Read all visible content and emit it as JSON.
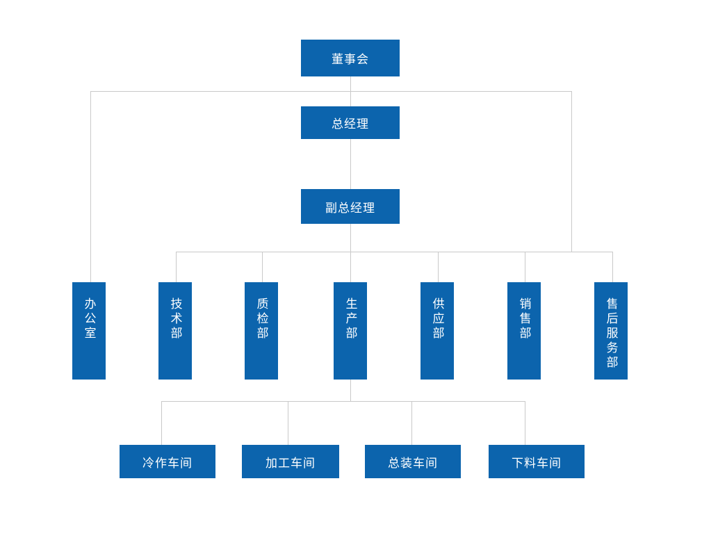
{
  "org_chart": {
    "title": "organization-structure-chart",
    "colors": {
      "node_fill": "#0c64ad",
      "node_text": "#ffffff",
      "connector_line": "#c9c9c9",
      "background": "#ffffff"
    },
    "levels": {
      "board": {
        "label": "董事会"
      },
      "general_manager": {
        "label": "总经理"
      },
      "deputy_general_manager": {
        "label": "副总经理"
      }
    },
    "departments": [
      {
        "label": "办公室"
      },
      {
        "label": "技术部"
      },
      {
        "label": "质检部"
      },
      {
        "label": "生产部"
      },
      {
        "label": "供应部"
      },
      {
        "label": "销售部"
      },
      {
        "label": "售后服务部"
      }
    ],
    "workshops": [
      {
        "label": "冷作车间"
      },
      {
        "label": "加工车间"
      },
      {
        "label": "总装车间"
      },
      {
        "label": "下料车间"
      }
    ]
  }
}
